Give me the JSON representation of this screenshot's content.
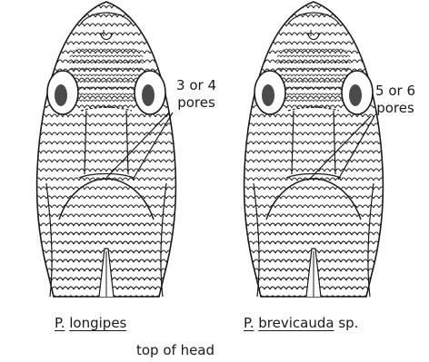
{
  "labels": {
    "left_pores": [
      "3 or 4",
      "pores"
    ],
    "right_pores": [
      "5 or 6",
      "pores"
    ]
  },
  "species": {
    "left": {
      "genus": "P.",
      "epithet": "longipes",
      "suffix": ""
    },
    "right": {
      "genus": "P.",
      "epithet": "brevicauda",
      "suffix": "sp."
    }
  },
  "caption": "top of head",
  "colors": {
    "ink": "#1a1a1a",
    "eye": "#4a4a4a",
    "paper": "#ffffff"
  }
}
